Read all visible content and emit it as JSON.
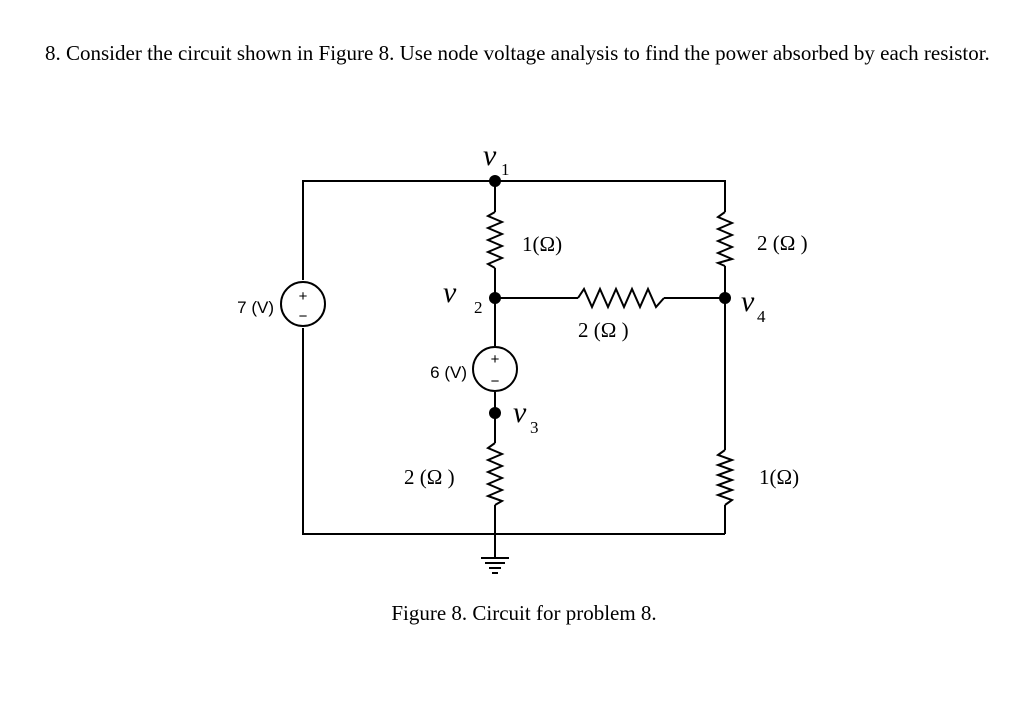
{
  "problem": {
    "text": "8. Consider the circuit shown in Figure 8. Use node voltage analysis to find the power absorbed by each resistor."
  },
  "figure": {
    "caption": "Figure 8. Circuit for problem 8.",
    "nodes": {
      "v1": {
        "letter": "v",
        "subscript": "1"
      },
      "v2": {
        "letter": "v",
        "subscript": "2"
      },
      "v3": {
        "letter": "v",
        "subscript": "3"
      },
      "v4": {
        "letter": "v",
        "subscript": "4"
      }
    },
    "sources": {
      "left": {
        "label": "7 (V)",
        "plus": "+",
        "minus": "−"
      },
      "middle": {
        "label": "6 (V)",
        "plus": "+",
        "minus": "−"
      }
    },
    "resistors": {
      "v1_v2": "1(Ω)",
      "v2_v4": "2 (Ω )",
      "v1_v4": "2 (Ω )",
      "v3_ground": "2 (Ω )",
      "v4_ground": "1(Ω)"
    }
  }
}
